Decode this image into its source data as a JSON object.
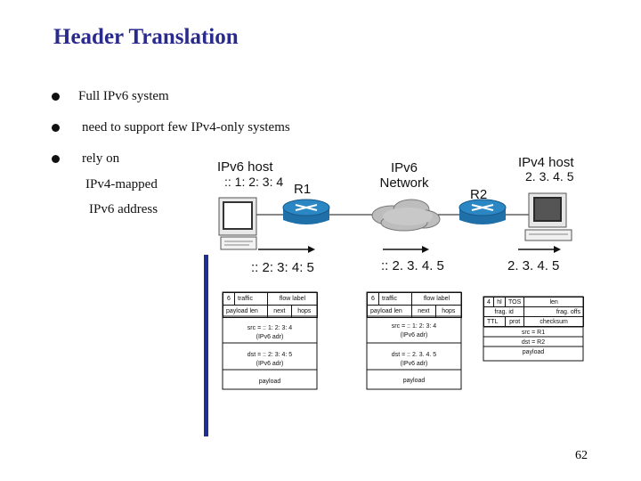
{
  "title": "Header Translation",
  "bullets": [
    {
      "text": "Full IPv6 system"
    },
    {
      "text": "need to support few IPv4-only systems"
    },
    {
      "text": "rely on",
      "sub": [
        "IPv4-mapped",
        "IPv6  address"
      ]
    }
  ],
  "nodes": {
    "ipv6_host": {
      "label": "IPv6 host",
      "address": ":: 1: 2: 3: 4"
    },
    "r1": {
      "label": "R1"
    },
    "network": {
      "label_line1": "IPv6",
      "label_line2": "Network"
    },
    "r2": {
      "label": "R2"
    },
    "ipv4_host": {
      "label": "IPv4 host",
      "address": "2. 3. 4. 5"
    }
  },
  "arrows": [
    {
      "label": ":: 2: 3: 4: 5"
    },
    {
      "label": ":: 2. 3. 4. 5"
    },
    {
      "label": "2. 3. 4. 5"
    }
  ],
  "packet1": {
    "row1": [
      "6",
      "traffic",
      "flow label"
    ],
    "row2": [
      "payload len",
      "next",
      "hops"
    ],
    "src": "src = :: 1: 2: 3: 4",
    "src_note": "(IPv6 adr)",
    "dst": "dst = :: 2: 3: 4: 5",
    "dst_note": "(IPv6 adr)",
    "payload": "payload"
  },
  "packet2": {
    "row1": [
      "6",
      "traffic",
      "flow label"
    ],
    "row2": [
      "payload len",
      "next",
      "hops"
    ],
    "src": "src = :: 1: 2: 3: 4",
    "src_note": "(IPv6 adr)",
    "dst": "dst = :: 2. 3. 4. 5",
    "dst_note": "(IPv6 adr)",
    "payload": "payload"
  },
  "packet3": {
    "row1": [
      "4",
      "hl",
      "TOS",
      "len"
    ],
    "row2": [
      "frag. id",
      "frag. offs"
    ],
    "row3": [
      "TTL",
      "prot",
      "checksum"
    ],
    "src": "src = R1",
    "dst": "dst = R2",
    "payload": "payload"
  },
  "page_number": "62",
  "colors": {
    "title": "#2a2a8c",
    "divider": "#1f2f8f",
    "router": "#2b86c4"
  }
}
